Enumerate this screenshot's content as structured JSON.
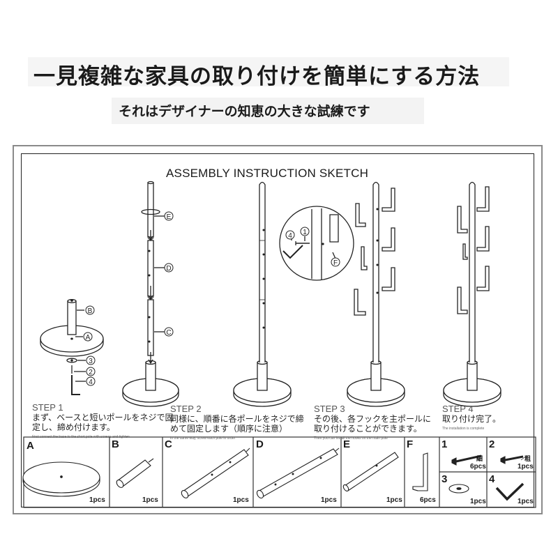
{
  "header": {
    "title": "一見複雑な家具の取り付けを簡単にする方法",
    "subtitle": "それはデザイナーの知恵の大きな試練です"
  },
  "sketch": {
    "title": "ASSEMBLY INSTRUCTION SKETCH",
    "callouts": [
      "A",
      "B",
      "C",
      "D",
      "E",
      "F",
      "1",
      "2",
      "3",
      "4"
    ],
    "steps": [
      {
        "label": "STEP 1",
        "line1": "まず、ベースと短いポールをネジで固",
        "line2": "定し、締め付けます。",
        "tiny": "First connect the base to the short pole with screws and tighten"
      },
      {
        "label": "STEP 2",
        "line1": "同様に、順番に各ポールをネジで締",
        "line2": "めて固定します（順序に注意）",
        "tiny": "In the same way, screw each pole in order"
      },
      {
        "label": "STEP 3",
        "line1": "その後、各フックを主ポールに",
        "line2": "取り付けることができます。",
        "tiny": "Then you can install the hooks on the main pole"
      },
      {
        "label": "STEP 4",
        "line1": "取り付け完了。",
        "line2": "",
        "tiny": "The installation is complete"
      }
    ]
  },
  "parts": [
    {
      "label": "A",
      "qty": "1pcs"
    },
    {
      "label": "B",
      "qty": "1pcs"
    },
    {
      "label": "C",
      "qty": "1pcs"
    },
    {
      "label": "D",
      "qty": "1pcs"
    },
    {
      "label": "E",
      "qty": "1pcs"
    },
    {
      "label": "F",
      "qty": "6pcs"
    },
    {
      "label": "1",
      "qty": "6pcs",
      "note": "細"
    },
    {
      "label": "2",
      "qty": "1pcs",
      "note": "粗"
    },
    {
      "label": "3",
      "qty": "1pcs"
    },
    {
      "label": "4",
      "qty": "1pcs"
    }
  ]
}
